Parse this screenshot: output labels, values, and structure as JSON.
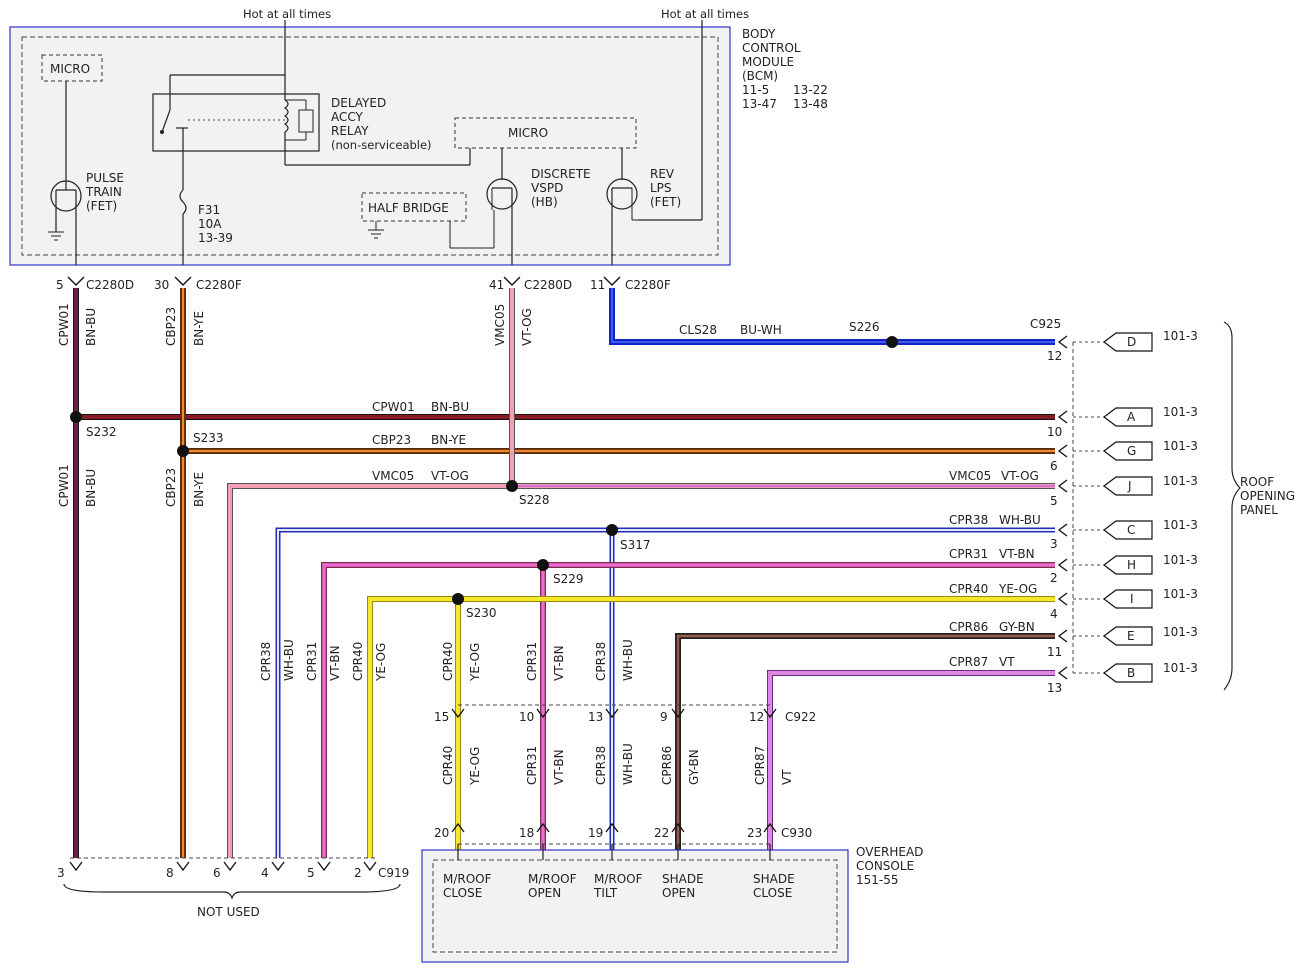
{
  "hot_label_left": "Hot at all times",
  "hot_label_right": "Hot at all times",
  "bcm": {
    "name_lines": [
      "BODY",
      "CONTROL",
      "MODULE",
      "(BCM)"
    ],
    "refs": [
      "11-5",
      "13-22",
      "13-47",
      "13-48"
    ],
    "micro_left": "MICRO",
    "micro_right": "MICRO",
    "relay_lines": [
      "DELAYED",
      "ACCY",
      "RELAY",
      "(non-serviceable)"
    ],
    "pulse_lines": [
      "PULSE",
      "TRAIN",
      "(FET)"
    ],
    "fuse_lines": [
      "F31",
      "10A",
      "13-39"
    ],
    "half_bridge": "HALF BRIDGE",
    "vspd_lines": [
      "DISCRETE",
      "VSPD",
      "(HB)"
    ],
    "rev_lines": [
      "REV",
      "LPS",
      "(FET)"
    ]
  },
  "bcm_pins": [
    {
      "pin": "5",
      "conn": "C2280D"
    },
    {
      "pin": "30",
      "conn": "C2280F"
    },
    {
      "pin": "41",
      "conn": "C2280D"
    },
    {
      "pin": "11",
      "conn": "C2280F"
    }
  ],
  "vertical_labels": {
    "cpw01_top": [
      "CPW01",
      "BN-BU"
    ],
    "cbp23_top": [
      "CBP23",
      "BN-YE"
    ],
    "vmc05_top": [
      "VMC05",
      "VT-OG"
    ],
    "cpw01_bot": [
      "CPW01",
      "BN-BU"
    ],
    "cbp23_bot": [
      "CBP23",
      "BN-YE"
    ],
    "cpr38_bot": [
      "CPR38",
      "WH-BU"
    ],
    "cpr31_bot": [
      "CPR31",
      "VT-BN"
    ],
    "cpr40_bot": [
      "CPR40",
      "YE-OG"
    ],
    "cpr40_mid": [
      "CPR40",
      "YE-OG"
    ],
    "cpr31_mid": [
      "CPR31",
      "VT-BN"
    ],
    "cpr38_mid": [
      "CPR38",
      "WH-BU"
    ],
    "cpr40_low": [
      "CPR40",
      "YE-OG"
    ],
    "cpr31_low": [
      "CPR31",
      "VT-BN"
    ],
    "cpr38_low": [
      "CPR38",
      "WH-BU"
    ],
    "cpr86_low": [
      "CPR86",
      "GY-BN"
    ],
    "cpr87_low": [
      "CPR87",
      "VT"
    ]
  },
  "splices": {
    "s226": "S226",
    "s232": "S232",
    "s233": "S233",
    "s228": "S228",
    "s317": "S317",
    "s229": "S229",
    "s230": "S230"
  },
  "circuits": [
    {
      "id": "CLS28",
      "color": "BU-WH",
      "pin": "12",
      "letter": "D",
      "ref": "101-3"
    },
    {
      "id": "CPW01",
      "color": "BN-BU",
      "pin": "10",
      "letter": "A",
      "ref": "101-3"
    },
    {
      "id": "CBP23",
      "color": "BN-YE",
      "pin": "6",
      "letter": "G",
      "ref": "101-3"
    },
    {
      "id": "VMC05",
      "color": "VT-OG",
      "pin": "5",
      "letter": "J",
      "ref": "101-3"
    },
    {
      "id": "CPR38",
      "color": "WH-BU",
      "pin": "3",
      "letter": "C",
      "ref": "101-3"
    },
    {
      "id": "CPR31",
      "color": "VT-BN",
      "pin": "2",
      "letter": "H",
      "ref": "101-3"
    },
    {
      "id": "CPR40",
      "color": "YE-OG",
      "pin": "4",
      "letter": "I",
      "ref": "101-3"
    },
    {
      "id": "CPR86",
      "color": "GY-BN",
      "pin": "11",
      "letter": "E",
      "ref": "101-3"
    },
    {
      "id": "CPR87",
      "color": "VT",
      "pin": "13",
      "letter": "B",
      "ref": "101-3"
    }
  ],
  "vmc05_left_label": "VMC05",
  "vmc05_left_color": "VT-OG",
  "c925": "C925",
  "roof_panel_lines": [
    "ROOF",
    "OPENING",
    "PANEL"
  ],
  "c922": {
    "conn": "C922",
    "pins": [
      "15",
      "10",
      "13",
      "9",
      "12"
    ]
  },
  "c930": {
    "conn": "C930",
    "pins": [
      "20",
      "18",
      "19",
      "22",
      "23"
    ]
  },
  "c919": {
    "conn": "C919",
    "pins": [
      "3",
      "8",
      "6",
      "4",
      "5",
      "2"
    ]
  },
  "not_used": "NOT USED",
  "overhead": {
    "name_lines": [
      "OVERHEAD",
      "CONSOLE",
      "151-55"
    ],
    "switches": [
      [
        "M/ROOF",
        "CLOSE"
      ],
      [
        "M/ROOF",
        "OPEN"
      ],
      [
        "M/ROOF",
        "TILT"
      ],
      [
        "SHADE",
        "OPEN"
      ],
      [
        "SHADE",
        "CLOSE"
      ]
    ]
  },
  "wire_colors": {
    "bn_bu": "#6b1f4e",
    "bn_ye": "#e07c2a",
    "vt_og": "#f08fb4",
    "bu_wh": "#1a2fc9",
    "wh_bu": "#2b3bd1",
    "vt_bn": "#e25ec9",
    "ye_og": "#f2e21a",
    "gy_bn": "#7b3d2d",
    "vt": "#d271d9",
    "bcm_border": "#2d35c8"
  }
}
